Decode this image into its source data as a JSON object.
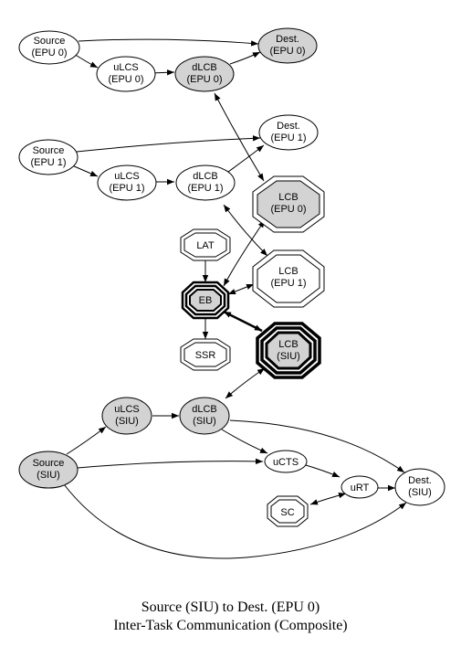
{
  "colors": {
    "gray_fill": "#d3d3d3",
    "white_fill": "#ffffff",
    "stroke": "#000000"
  },
  "nodes": {
    "source_epu0": {
      "line1": "Source",
      "line2": "(EPU 0)"
    },
    "dest_epu0": {
      "line1": "Dest.",
      "line2": "(EPU 0)"
    },
    "ulcs_epu0": {
      "line1": "uLCS",
      "line2": "(EPU 0)"
    },
    "dlcb_epu0": {
      "line1": "dLCB",
      "line2": "(EPU 0)"
    },
    "source_epu1": {
      "line1": "Source",
      "line2": "(EPU 1)"
    },
    "dest_epu1": {
      "line1": "Dest.",
      "line2": "(EPU 1)"
    },
    "ulcs_epu1": {
      "line1": "uLCS",
      "line2": "(EPU 1)"
    },
    "dlcb_epu1": {
      "line1": "dLCB",
      "line2": "(EPU 1)"
    },
    "lcb_epu0": {
      "line1": "LCB",
      "line2": "(EPU 0)"
    },
    "lat": {
      "line1": "LAT"
    },
    "lcb_epu1": {
      "line1": "LCB",
      "line2": "(EPU 1)"
    },
    "eb": {
      "line1": "EB"
    },
    "ssr": {
      "line1": "SSR"
    },
    "lcb_siu": {
      "line1": "LCB",
      "line2": "(SIU)"
    },
    "ulcs_siu": {
      "line1": "uLCS",
      "line2": "(SIU)"
    },
    "dlcb_siu": {
      "line1": "dLCB",
      "line2": "(SIU)"
    },
    "source_siu": {
      "line1": "Source",
      "line2": "(SIU)"
    },
    "ucts": {
      "line1": "uCTS"
    },
    "urt": {
      "line1": "uRT"
    },
    "dest_siu": {
      "line1": "Dest.",
      "line2": "(SIU)"
    },
    "sc": {
      "line1": "SC"
    }
  },
  "caption": {
    "line1": "Source (SIU) to Dest. (EPU 0)",
    "line2": "Inter-Task Communication (Composite)"
  }
}
